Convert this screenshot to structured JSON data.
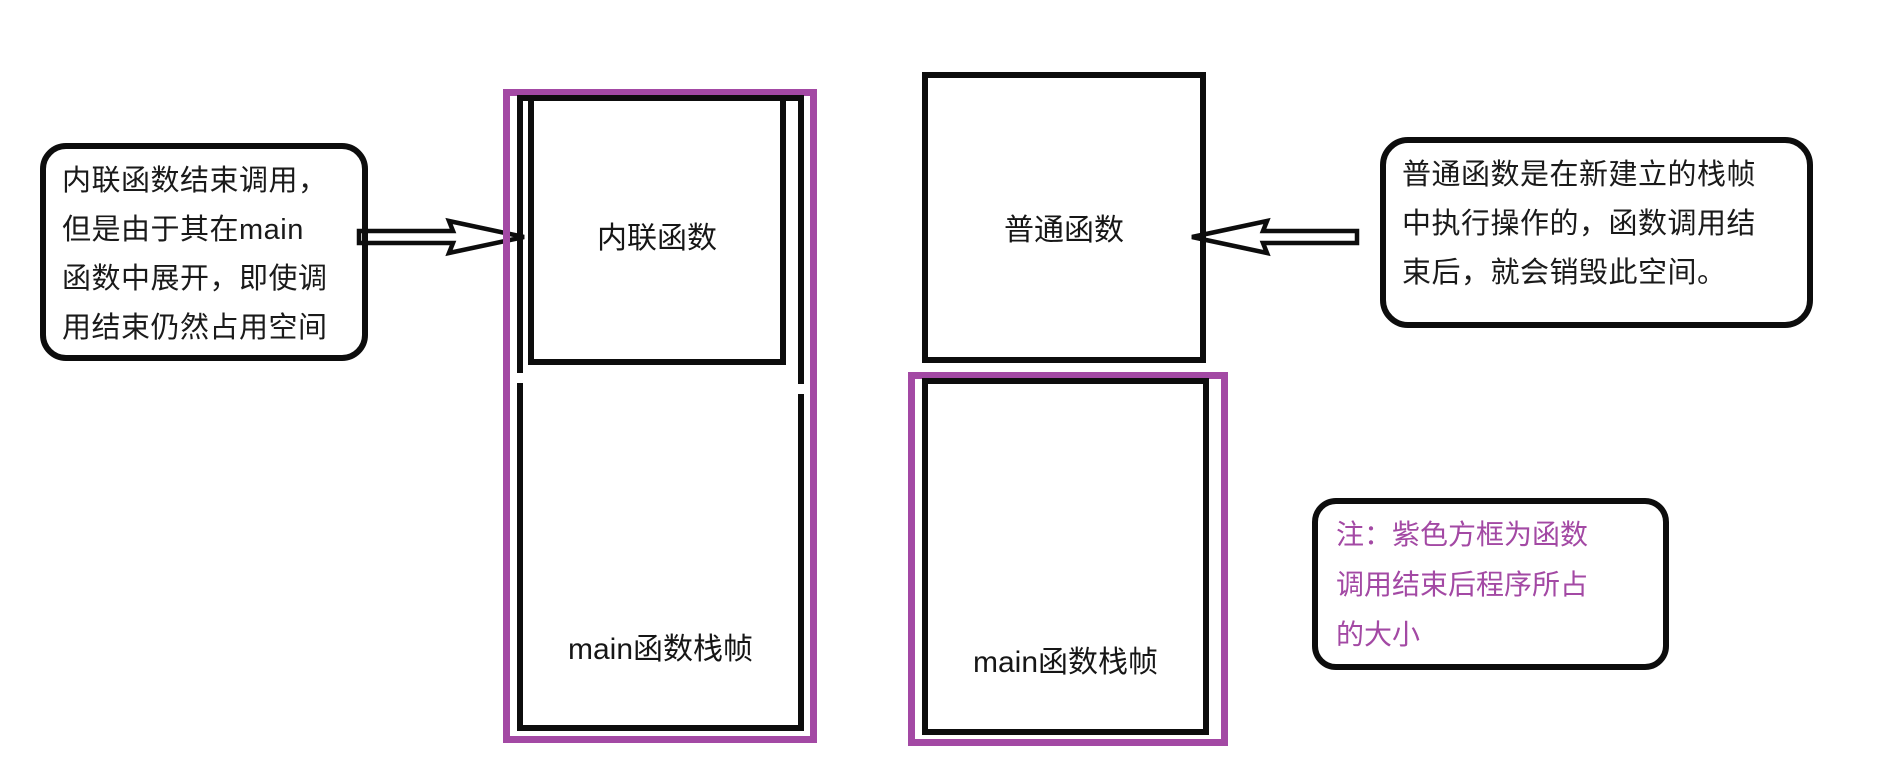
{
  "colors": {
    "background": "#ffffff",
    "stroke_black": "#0d0d0d",
    "purple": "#a349a4",
    "note_text_purple": "#a349a4"
  },
  "callout_left": {
    "lines": [
      "内联函数结束调用，",
      "但是由于其在main",
      "函数中展开，即使调",
      "用结束仍然占用空间"
    ]
  },
  "inline_diagram": {
    "inline_label": "内联函数",
    "main_label": "main函数栈帧"
  },
  "normal_diagram": {
    "normal_label": "普通函数",
    "main_label": "main函数栈帧"
  },
  "callout_right": {
    "lines": [
      "普通函数是在新建立的栈帧",
      "中执行操作的，函数调用结",
      "束后，就会销毁此空间。"
    ]
  },
  "note_box": {
    "lines": [
      "注：紫色方框为函数",
      "调用结束后程序所占",
      "的大小"
    ]
  }
}
